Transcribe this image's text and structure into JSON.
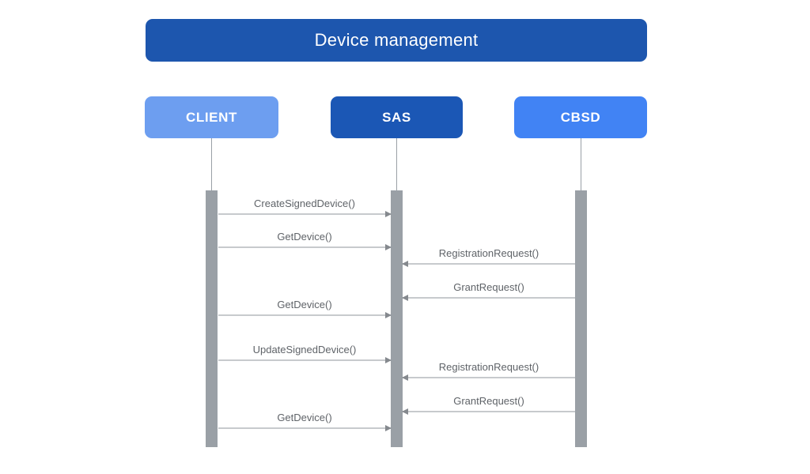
{
  "diagram": {
    "title": "Device management",
    "actors": [
      {
        "name": "CLIENT"
      },
      {
        "name": "SAS"
      },
      {
        "name": "CBSD"
      }
    ],
    "messages": [
      {
        "label": "CreateSignedDevice()",
        "from": "CLIENT",
        "to": "SAS"
      },
      {
        "label": "GetDevice()",
        "from": "CLIENT",
        "to": "SAS"
      },
      {
        "label": "RegistrationRequest()",
        "from": "CBSD",
        "to": "SAS"
      },
      {
        "label": "GrantRequest()",
        "from": "CBSD",
        "to": "SAS"
      },
      {
        "label": "GetDevice()",
        "from": "CLIENT",
        "to": "SAS"
      },
      {
        "label": "UpdateSignedDevice()",
        "from": "CLIENT",
        "to": "SAS"
      },
      {
        "label": "RegistrationRequest()",
        "from": "CBSD",
        "to": "SAS"
      },
      {
        "label": "GrantRequest()",
        "from": "CBSD",
        "to": "SAS"
      },
      {
        "label": "GetDevice()",
        "from": "CLIENT",
        "to": "SAS"
      }
    ],
    "colors": {
      "title_bg": "#1d56ae",
      "client_bg": "#6d9ef0",
      "sas_bg": "#1b57b5",
      "cbsd_bg": "#4183f4",
      "activation_bar": "#9aa0a6",
      "lifeline": "#9aa0a6",
      "arrow_line": "#c7cacd",
      "arrow_head": "#85898e",
      "label_text": "#5f6368",
      "actor_text": "#ffffff"
    }
  }
}
